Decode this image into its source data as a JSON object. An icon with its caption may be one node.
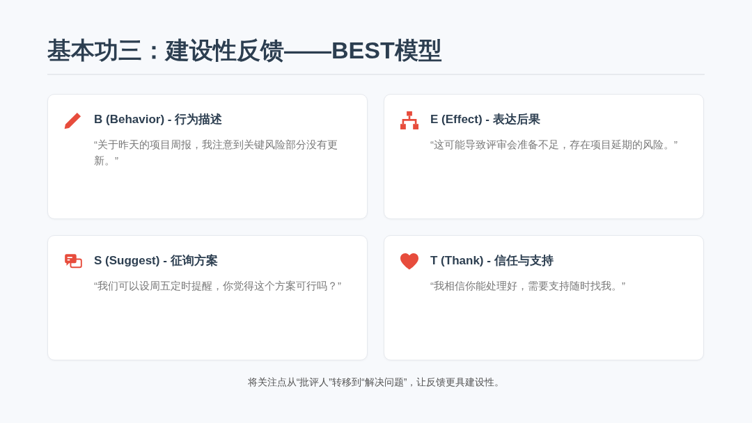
{
  "diagram": {
    "title": "基本功三：建设性反馈——BEST模型",
    "nodes": [
      {
        "text": [
          "B (Behavior) - 行为描述",
          "“关于昨天的项目周报，我注意到关键风险部分没有更新。”"
        ]
      },
      {
        "text": [
          "E (Effect) - 表达后果",
          "“这可能导致评审会准备不足，存在项目延期的风险。”"
        ]
      },
      {
        "text": [
          "S (Suggest) - 征询方案",
          "“我们可以设周五定时提醒，你觉得这个方案可行吗？”"
        ]
      },
      {
        "text": [
          "T (Thank) - 信任与支持",
          "“我相信你能处理好，需要支持随时找我。”"
        ]
      }
    ],
    "caption": "将关注点从“批评人”转移到“解决问题”，让反馈更具建设性。"
  }
}
